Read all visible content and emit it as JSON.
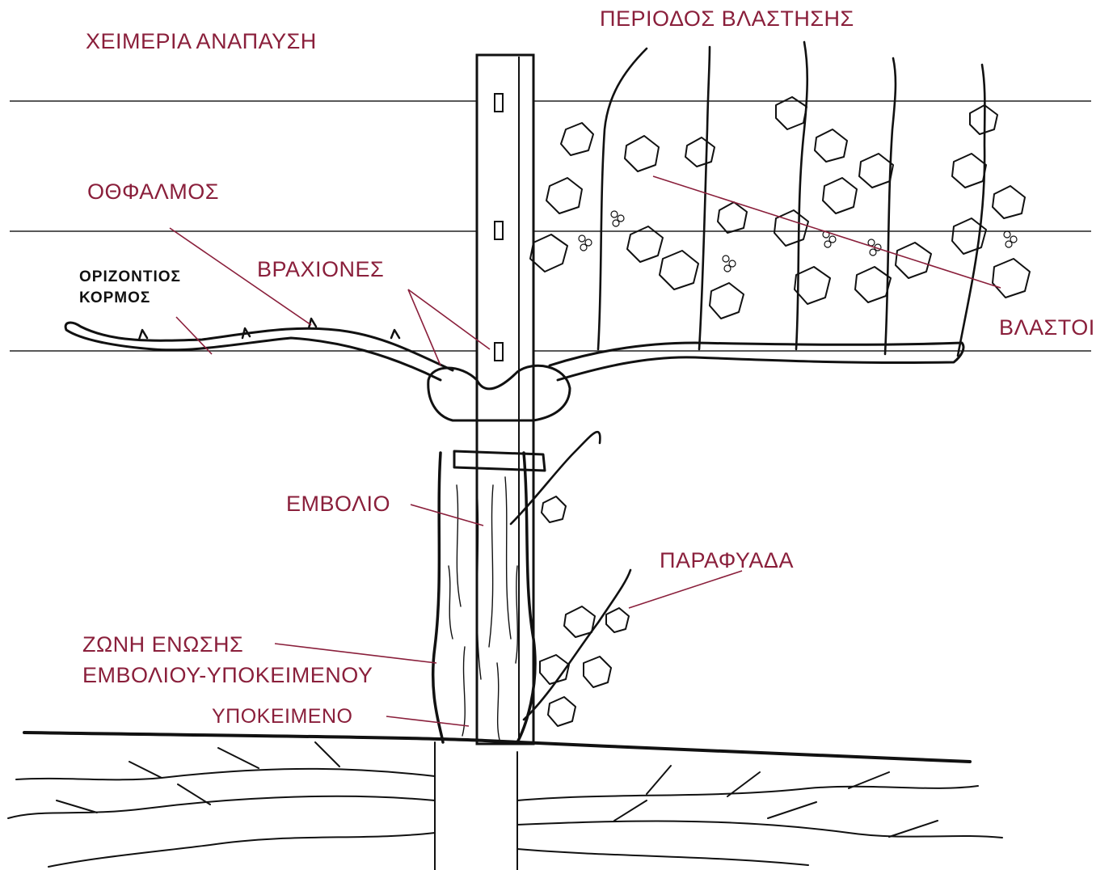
{
  "labels": {
    "winter_rest": "ΧΕΙΜΕΡΙΑ ΑΝΑΠΑΥΣΗ",
    "growth_period": "ΠΕΡΙΟΔΟΣ ΒΛΑΣΤΗΣΗΣ",
    "bud": "ΟΘΦΑΛΜΟΣ",
    "horizontal_cordon_line1": "ΟΡΙΖΟΝΤΙΟΣ",
    "horizontal_cordon_line2": "ΚΟΡΜΟΣ",
    "arms": "ΒΡΑΧΙΟΝΕΣ",
    "shoots": "ΒΛΑΣΤΟΙ",
    "scion": "ΕΜΒΟΛΙΟ",
    "sucker": "ΠΑΡΑΦΥΑΔΑ",
    "graft_union_line1": "ΖΩΝΗ ΕΝΩΣΗΣ",
    "graft_union_line2": "ΕΜΒΟΛΙΟΥ-ΥΠΟΚΕΙΜΕΝΟΥ",
    "rootstock": "ΥΠΟΚΕΙΜΕΝΟ"
  },
  "colors": {
    "label": "#8a1f3b",
    "ink": "#111111",
    "background": "#ffffff"
  }
}
